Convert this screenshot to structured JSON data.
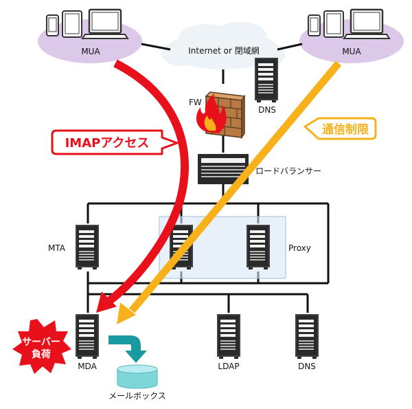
{
  "labels": {
    "mua_left": "MUA",
    "mua_right": "MUA",
    "internet": "Internet or 閉域網",
    "fw": "FW",
    "dns_top": "DNS",
    "load_balancer": "ロードバランサー",
    "mta": "MTA",
    "proxy": "Proxy",
    "mda": "MDA",
    "ldap": "LDAP",
    "dns_bottom": "DNS",
    "mailbox": "メールボックス"
  },
  "callouts": {
    "imap_access": "IMAPアクセス",
    "traffic_limit": "通信制限",
    "server_load_line1": "サーバー",
    "server_load_line2": "負荷"
  },
  "colors": {
    "imap_arrow": "#e8101a",
    "limit_arrow": "#f7b21b",
    "server_load_burst": "#e8101a",
    "mua_cloud": "#dcc8e8",
    "internet_cloud": "#eef3f8",
    "proxy_box": "#d9e8f5",
    "mailbox_arrow": "#199aa0",
    "mailbox_db": "#7fd6d8"
  }
}
